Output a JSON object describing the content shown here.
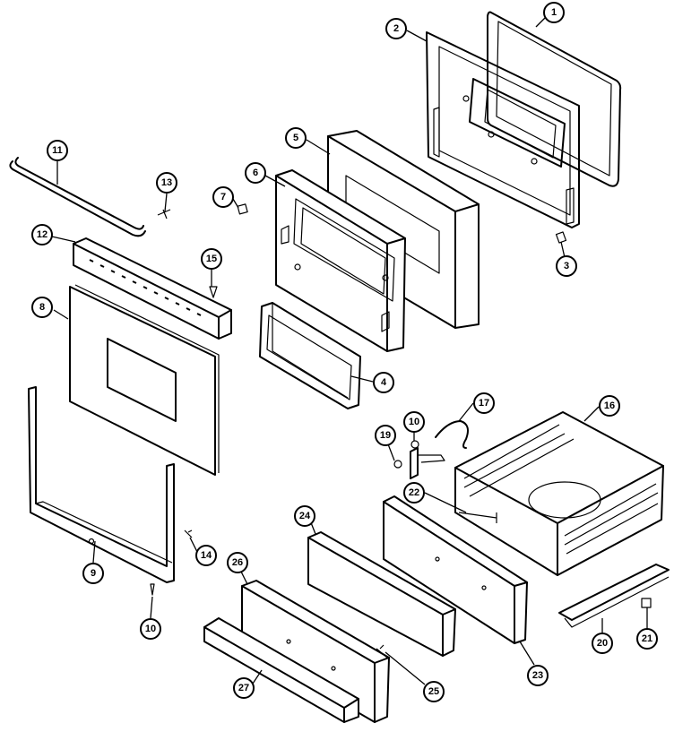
{
  "diagram": {
    "callouts": [
      {
        "id": "1",
        "label": "1"
      },
      {
        "id": "2",
        "label": "2"
      },
      {
        "id": "3",
        "label": "3"
      },
      {
        "id": "4",
        "label": "4"
      },
      {
        "id": "5",
        "label": "5"
      },
      {
        "id": "6",
        "label": "6"
      },
      {
        "id": "7",
        "label": "7"
      },
      {
        "id": "8",
        "label": "8"
      },
      {
        "id": "9",
        "label": "9"
      },
      {
        "id": "10a",
        "label": "10"
      },
      {
        "id": "10b",
        "label": "10"
      },
      {
        "id": "11",
        "label": "11"
      },
      {
        "id": "12",
        "label": "12"
      },
      {
        "id": "13",
        "label": "13"
      },
      {
        "id": "14",
        "label": "14"
      },
      {
        "id": "15",
        "label": "15"
      },
      {
        "id": "16",
        "label": "16"
      },
      {
        "id": "17",
        "label": "17"
      },
      {
        "id": "19",
        "label": "19"
      },
      {
        "id": "20",
        "label": "20"
      },
      {
        "id": "21",
        "label": "21"
      },
      {
        "id": "22",
        "label": "22"
      },
      {
        "id": "23",
        "label": "23"
      },
      {
        "id": "24",
        "label": "24"
      },
      {
        "id": "25",
        "label": "25"
      },
      {
        "id": "26",
        "label": "26"
      },
      {
        "id": "27",
        "label": "27"
      }
    ]
  }
}
